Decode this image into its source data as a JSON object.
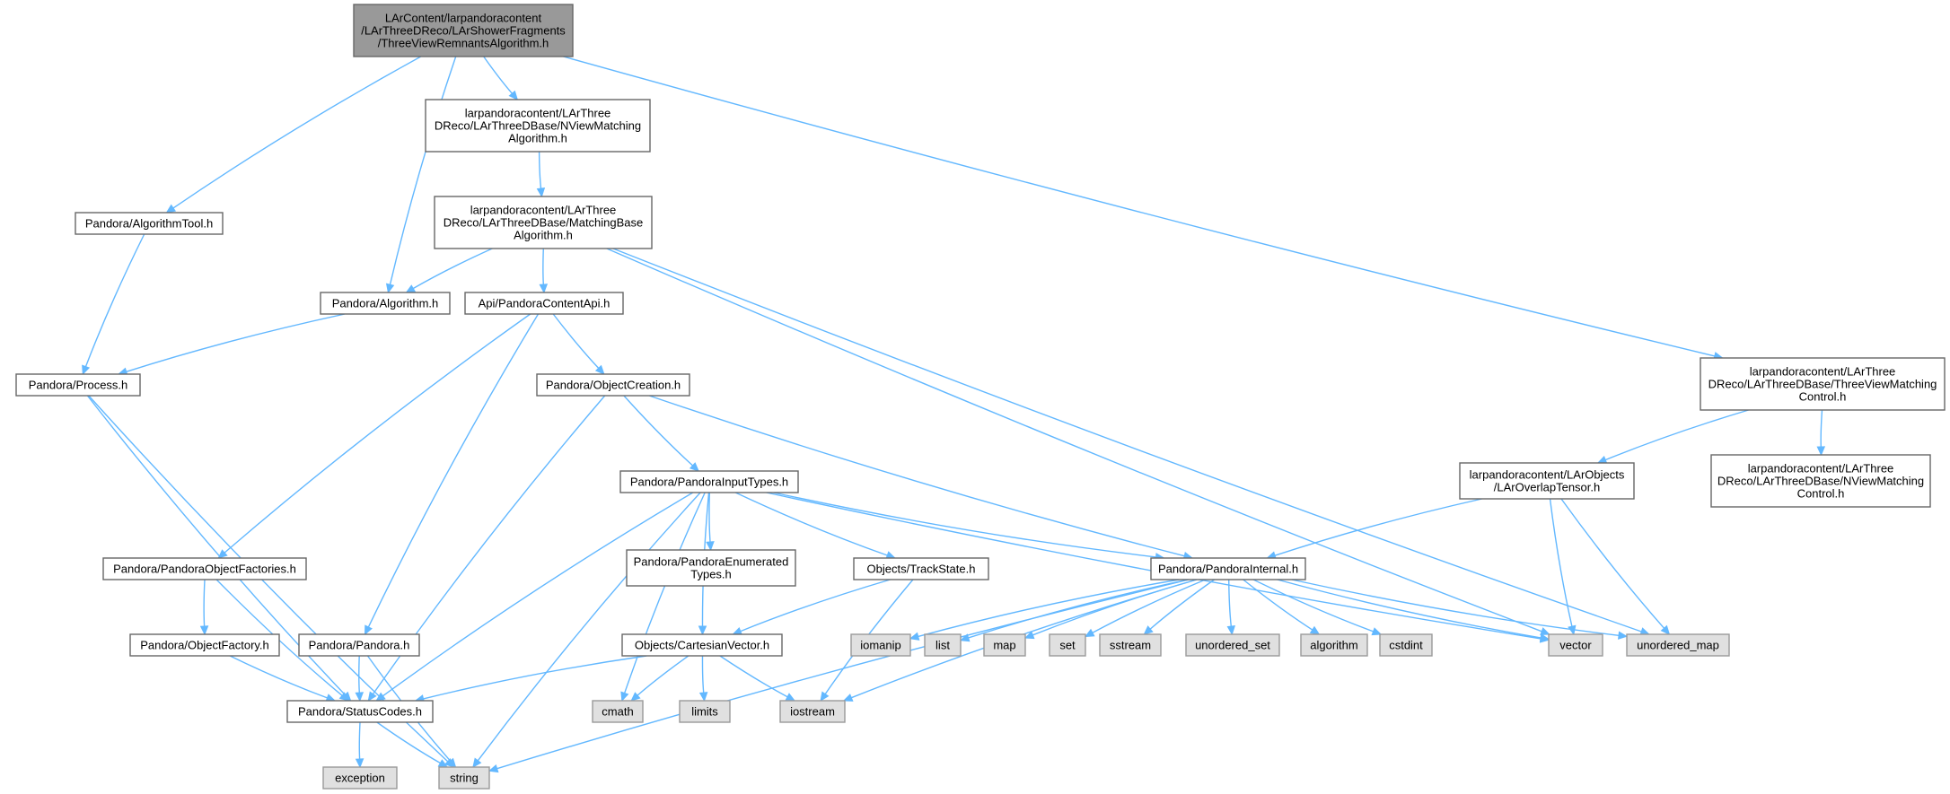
{
  "graph": {
    "nodes": [
      {
        "id": "root",
        "lines": [
          "LArContent/larpandoracontent",
          "/LArThreeDReco/LArShowerFragments",
          "/ThreeViewRemnantsAlgorithm.h"
        ],
        "style": "root"
      },
      {
        "id": "nview_alg",
        "lines": [
          "larpandoracontent/LArThree",
          "DReco/LArThreeDBase/NViewMatching",
          "Algorithm.h"
        ],
        "style": "normal"
      },
      {
        "id": "matching_base",
        "lines": [
          "larpandoracontent/LArThree",
          "DReco/LArThreeDBase/MatchingBase",
          "Algorithm.h"
        ],
        "style": "normal"
      },
      {
        "id": "alg_tool",
        "lines": [
          "Pandora/AlgorithmTool.h"
        ],
        "style": "normal"
      },
      {
        "id": "algorithm",
        "lines": [
          "Pandora/Algorithm.h"
        ],
        "style": "normal"
      },
      {
        "id": "content_api",
        "lines": [
          "Api/PandoraContentApi.h"
        ],
        "style": "normal"
      },
      {
        "id": "process",
        "lines": [
          "Pandora/Process.h"
        ],
        "style": "normal"
      },
      {
        "id": "object_creation",
        "lines": [
          "Pandora/ObjectCreation.h"
        ],
        "style": "normal"
      },
      {
        "id": "input_types",
        "lines": [
          "Pandora/PandoraInputTypes.h"
        ],
        "style": "normal"
      },
      {
        "id": "obj_factories",
        "lines": [
          "Pandora/PandoraObjectFactories.h"
        ],
        "style": "normal"
      },
      {
        "id": "enum_types",
        "lines": [
          "Pandora/PandoraEnumerated",
          "Types.h"
        ],
        "style": "normal"
      },
      {
        "id": "track_state",
        "lines": [
          "Objects/TrackState.h"
        ],
        "style": "normal"
      },
      {
        "id": "pandora_internal",
        "lines": [
          "Pandora/PandoraInternal.h"
        ],
        "style": "normal"
      },
      {
        "id": "obj_factory",
        "lines": [
          "Pandora/ObjectFactory.h"
        ],
        "style": "normal"
      },
      {
        "id": "pandora_h",
        "lines": [
          "Pandora/Pandora.h"
        ],
        "style": "normal"
      },
      {
        "id": "cart_vector",
        "lines": [
          "Objects/CartesianVector.h"
        ],
        "style": "normal"
      },
      {
        "id": "status_codes",
        "lines": [
          "Pandora/StatusCodes.h"
        ],
        "style": "normal"
      },
      {
        "id": "three_view_ctrl",
        "lines": [
          "larpandoracontent/LArThree",
          "DReco/LArThreeDBase/ThreeViewMatching",
          "Control.h"
        ],
        "style": "normal"
      },
      {
        "id": "overlap_tensor",
        "lines": [
          "larpandoracontent/LArObjects",
          "/LArOverlapTensor.h"
        ],
        "style": "normal"
      },
      {
        "id": "nview_ctrl",
        "lines": [
          "larpandoracontent/LArThree",
          "DReco/LArThreeDBase/NViewMatching",
          "Control.h"
        ],
        "style": "normal"
      },
      {
        "id": "exception",
        "lines": [
          "exception"
        ],
        "style": "std"
      },
      {
        "id": "string",
        "lines": [
          "string"
        ],
        "style": "std"
      },
      {
        "id": "cmath",
        "lines": [
          "cmath"
        ],
        "style": "std"
      },
      {
        "id": "limits",
        "lines": [
          "limits"
        ],
        "style": "std"
      },
      {
        "id": "iostream",
        "lines": [
          "iostream"
        ],
        "style": "std"
      },
      {
        "id": "iomanip",
        "lines": [
          "iomanip"
        ],
        "style": "std"
      },
      {
        "id": "list",
        "lines": [
          "list"
        ],
        "style": "std"
      },
      {
        "id": "map",
        "lines": [
          "map"
        ],
        "style": "std"
      },
      {
        "id": "set",
        "lines": [
          "set"
        ],
        "style": "std"
      },
      {
        "id": "sstream",
        "lines": [
          "sstream"
        ],
        "style": "std"
      },
      {
        "id": "unordered_set",
        "lines": [
          "unordered_set"
        ],
        "style": "std"
      },
      {
        "id": "algorithm_std",
        "lines": [
          "algorithm"
        ],
        "style": "std"
      },
      {
        "id": "cstdint",
        "lines": [
          "cstdint"
        ],
        "style": "std"
      },
      {
        "id": "vector",
        "lines": [
          "vector"
        ],
        "style": "std"
      },
      {
        "id": "unordered_map",
        "lines": [
          "unordered_map"
        ],
        "style": "std"
      }
    ],
    "edges": [
      {
        "from": "root",
        "to": "alg_tool"
      },
      {
        "from": "root",
        "to": "algorithm"
      },
      {
        "from": "root",
        "to": "nview_alg"
      },
      {
        "from": "root",
        "to": "three_view_ctrl"
      },
      {
        "from": "nview_alg",
        "to": "matching_base"
      },
      {
        "from": "matching_base",
        "to": "algorithm"
      },
      {
        "from": "matching_base",
        "to": "content_api"
      },
      {
        "from": "matching_base",
        "to": "vector"
      },
      {
        "from": "matching_base",
        "to": "unordered_map"
      },
      {
        "from": "alg_tool",
        "to": "process"
      },
      {
        "from": "algorithm",
        "to": "process"
      },
      {
        "from": "process",
        "to": "status_codes"
      },
      {
        "from": "process",
        "to": "string"
      },
      {
        "from": "content_api",
        "to": "obj_factories"
      },
      {
        "from": "content_api",
        "to": "pandora_h"
      },
      {
        "from": "content_api",
        "to": "object_creation"
      },
      {
        "from": "object_creation",
        "to": "input_types"
      },
      {
        "from": "object_creation",
        "to": "pandora_internal"
      },
      {
        "from": "object_creation",
        "to": "status_codes"
      },
      {
        "from": "input_types",
        "to": "enum_types"
      },
      {
        "from": "input_types",
        "to": "track_state"
      },
      {
        "from": "input_types",
        "to": "pandora_internal"
      },
      {
        "from": "input_types",
        "to": "cart_vector"
      },
      {
        "from": "input_types",
        "to": "status_codes"
      },
      {
        "from": "input_types",
        "to": "string"
      },
      {
        "from": "input_types",
        "to": "cmath"
      },
      {
        "from": "input_types",
        "to": "vector"
      },
      {
        "from": "obj_factories",
        "to": "obj_factory"
      },
      {
        "from": "obj_factories",
        "to": "status_codes"
      },
      {
        "from": "obj_factory",
        "to": "status_codes"
      },
      {
        "from": "pandora_h",
        "to": "status_codes"
      },
      {
        "from": "pandora_h",
        "to": "string"
      },
      {
        "from": "track_state",
        "to": "cart_vector"
      },
      {
        "from": "track_state",
        "to": "iostream"
      },
      {
        "from": "cart_vector",
        "to": "status_codes"
      },
      {
        "from": "cart_vector",
        "to": "cmath"
      },
      {
        "from": "cart_vector",
        "to": "limits"
      },
      {
        "from": "cart_vector",
        "to": "iostream"
      },
      {
        "from": "status_codes",
        "to": "exception"
      },
      {
        "from": "status_codes",
        "to": "string"
      },
      {
        "from": "pandora_internal",
        "to": "iomanip"
      },
      {
        "from": "pandora_internal",
        "to": "list"
      },
      {
        "from": "pandora_internal",
        "to": "map"
      },
      {
        "from": "pandora_internal",
        "to": "set"
      },
      {
        "from": "pandora_internal",
        "to": "sstream"
      },
      {
        "from": "pandora_internal",
        "to": "unordered_set"
      },
      {
        "from": "pandora_internal",
        "to": "algorithm_std"
      },
      {
        "from": "pandora_internal",
        "to": "cstdint"
      },
      {
        "from": "pandora_internal",
        "to": "vector"
      },
      {
        "from": "pandora_internal",
        "to": "unordered_map"
      },
      {
        "from": "pandora_internal",
        "to": "iostream"
      },
      {
        "from": "pandora_internal",
        "to": "string"
      },
      {
        "from": "three_view_ctrl",
        "to": "overlap_tensor"
      },
      {
        "from": "three_view_ctrl",
        "to": "nview_ctrl"
      },
      {
        "from": "overlap_tensor",
        "to": "pandora_internal"
      },
      {
        "from": "overlap_tensor",
        "to": "vector"
      },
      {
        "from": "overlap_tensor",
        "to": "unordered_map"
      }
    ]
  },
  "colors": {
    "edge": "#63b8ff",
    "node_border": "#666666",
    "node_fill": "#ffffff",
    "root_fill": "#999999",
    "root_border": "#666666",
    "std_fill": "#e0e0e0",
    "std_border": "#999999"
  }
}
